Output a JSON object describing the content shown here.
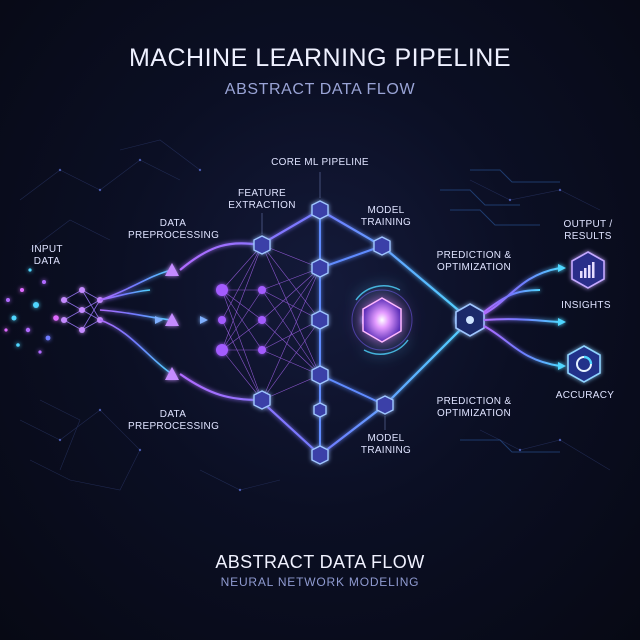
{
  "title": "MACHINE LEARNING PIPELINE",
  "subtitle": "ABSTRACT DATA FLOW",
  "labels": {
    "core": "CORE ML PIPELINE",
    "input": "INPUT\nDATA",
    "preprocess_top": "DATA\nPREPROCESSING",
    "preprocess_bottom": "DATA\nPREPROCESSING",
    "feature": "FEATURE\nEXTRACTION",
    "model_top": "MODEL\nTRAINING",
    "model_bottom": "MODEL\nTRAINING",
    "predict_top": "PREDICTION &\nOPTIMIZATION",
    "predict_bottom": "PREDICTION &\nOPTIMIZATION",
    "output": "OUTPUT /\nRESULTS",
    "insights": "INSIGHTS",
    "accuracy": "ACCURACY"
  },
  "footer": {
    "title": "ABSTRACT DATA FLOW",
    "subtitle": "NEURAL NETWORK MODELING"
  },
  "colors": {
    "cyan": "#4fd6ff",
    "violet": "#b16bff",
    "magenta": "#e06bff",
    "blue": "#4a7dff"
  }
}
